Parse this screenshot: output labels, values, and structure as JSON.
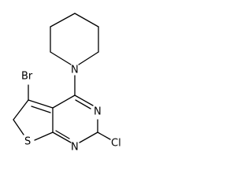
{
  "molecule": {
    "atoms": {
      "br": "Br",
      "n_piperidine": "N",
      "n_upper": "N",
      "n_lower": "N",
      "s": "S",
      "cl": "Cl"
    }
  }
}
